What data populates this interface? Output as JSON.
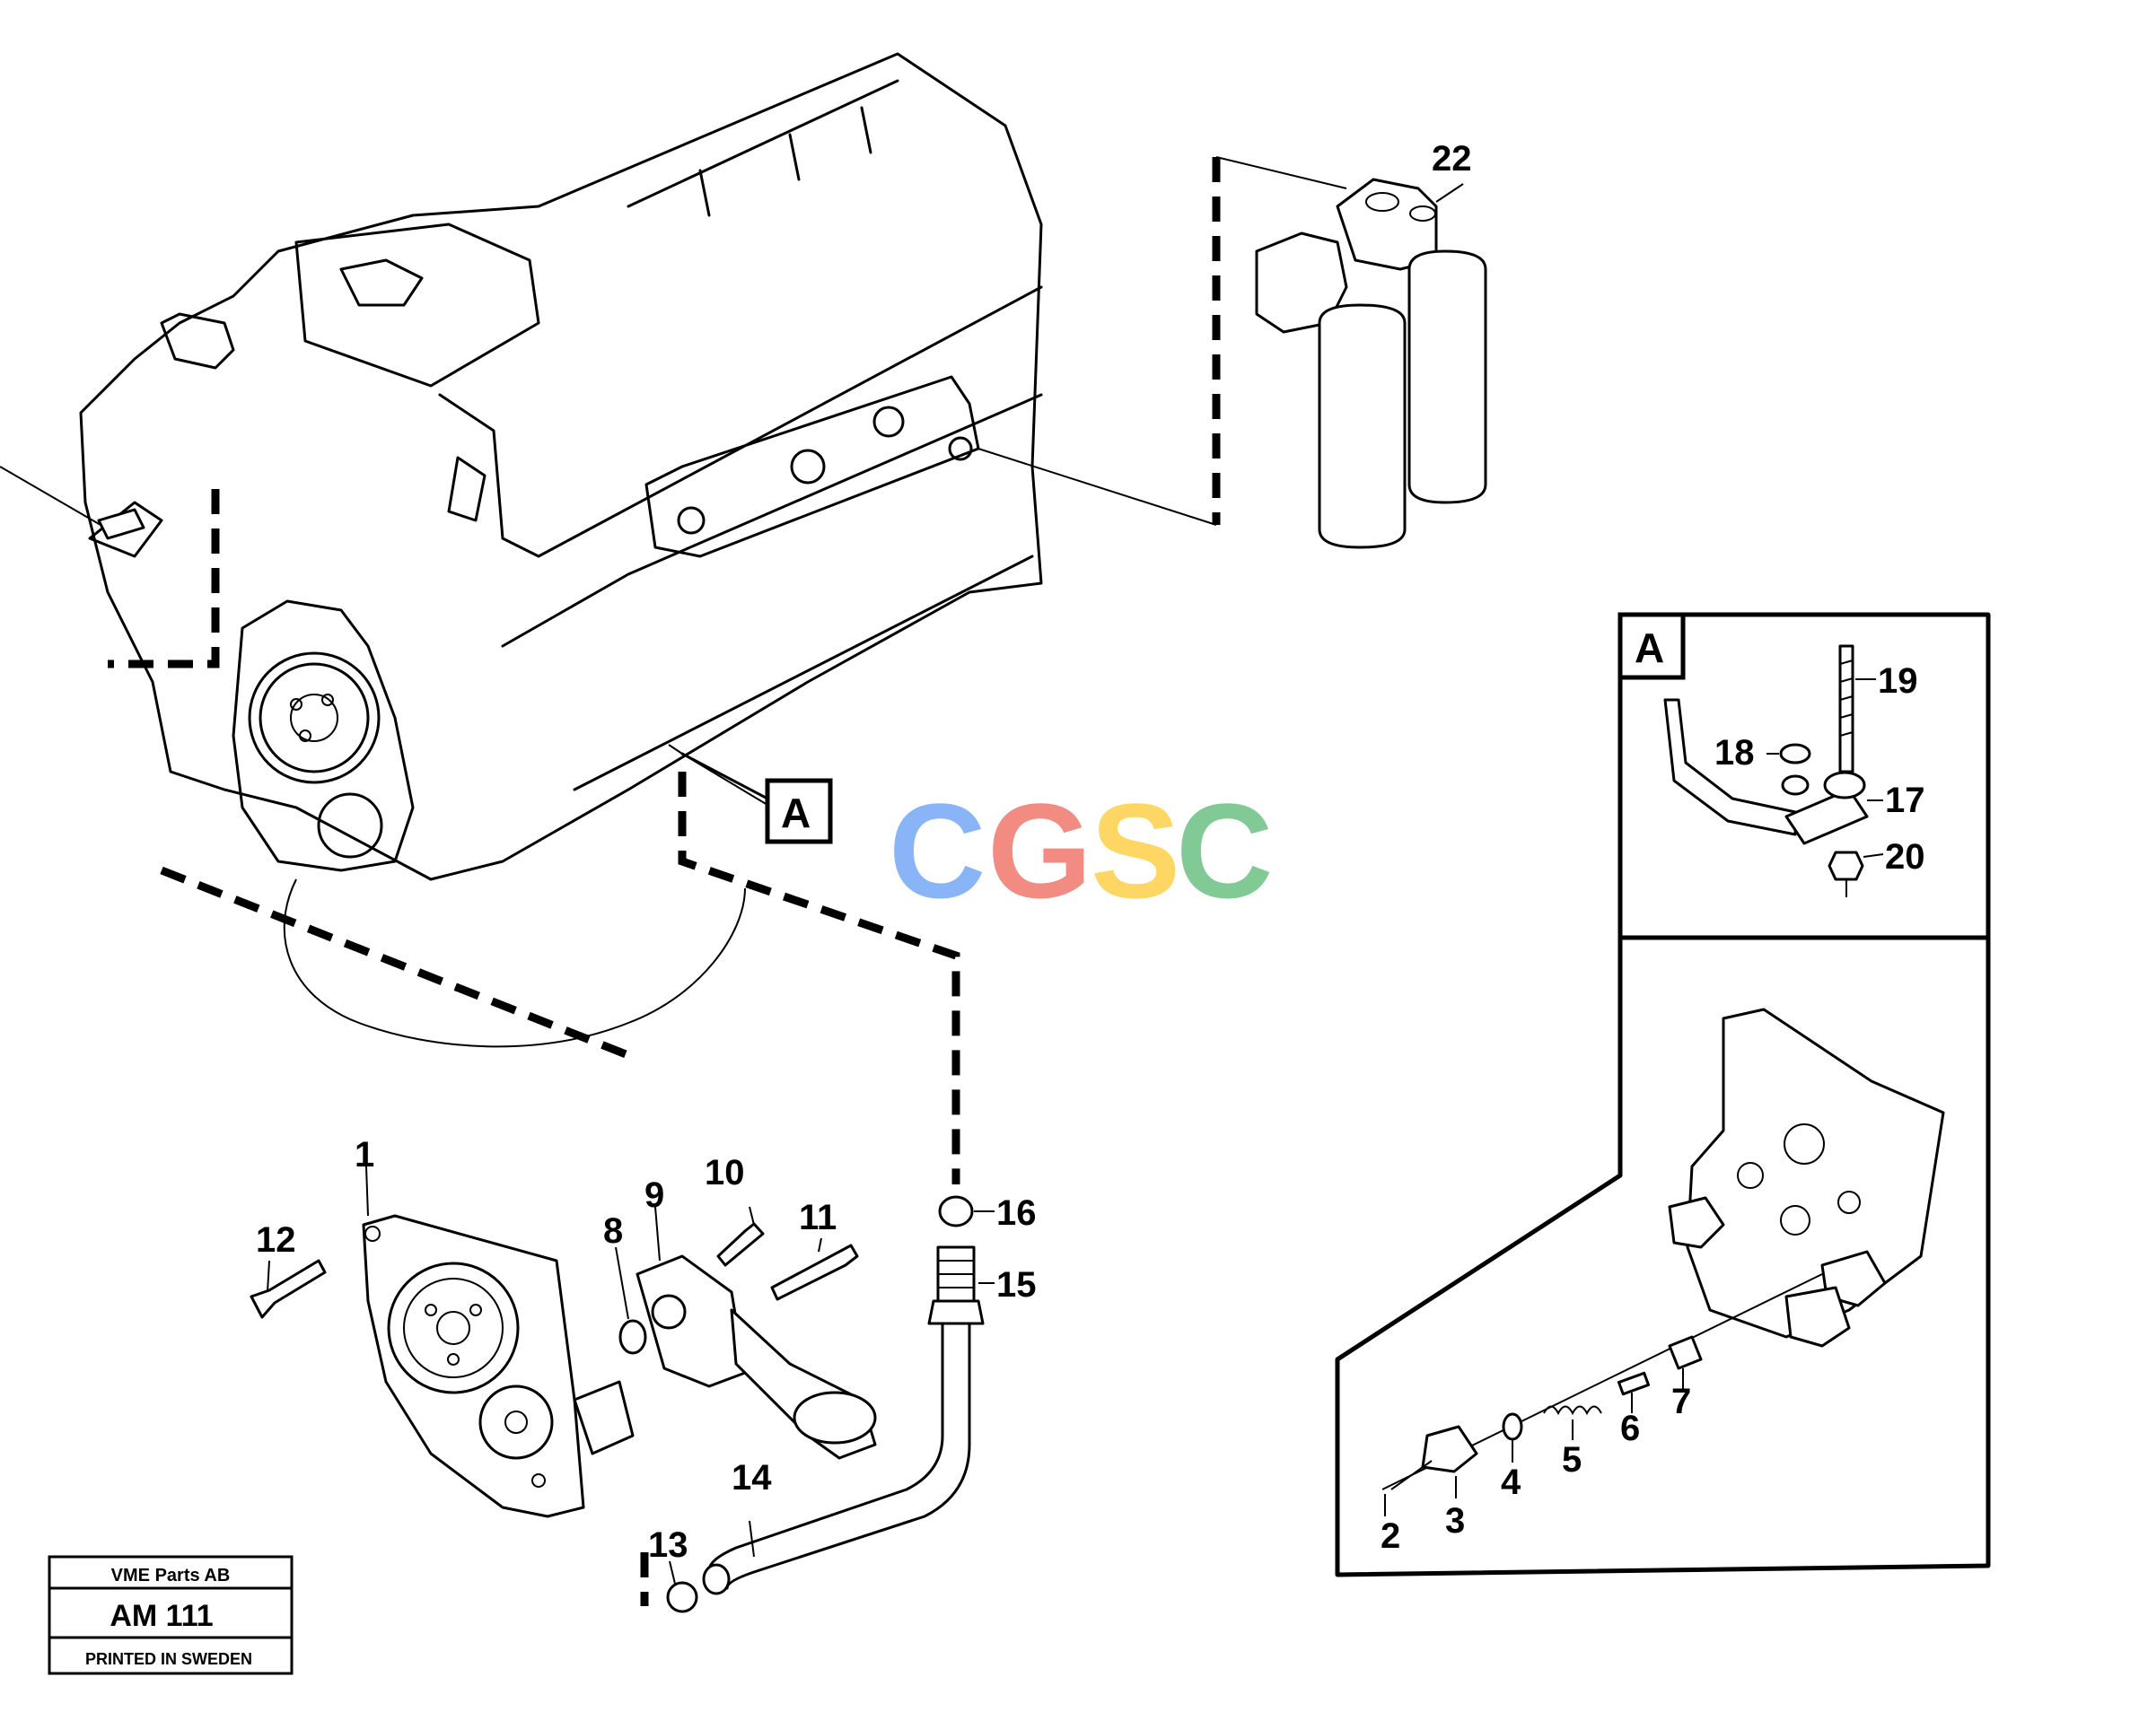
{
  "watermark": {
    "letters": [
      "C",
      "G",
      "S",
      "C"
    ],
    "colors": [
      "#8ab4f8",
      "#f28b82",
      "#fdd663",
      "#81c995"
    ]
  },
  "detail_box_label": "A",
  "detail_box_marker": "A",
  "callouts": {
    "c1": "1",
    "c2": "2",
    "c3": "3",
    "c4": "4",
    "c5": "5",
    "c6": "6",
    "c7": "7",
    "c8": "8",
    "c9": "9",
    "c10": "10",
    "c11": "11",
    "c12": "12",
    "c13": "13",
    "c14": "14",
    "c15": "15",
    "c16": "16",
    "c17": "17",
    "c18": "18",
    "c19": "19",
    "c20": "20",
    "c22": "22"
  },
  "title_block": {
    "company": "VME Parts AB",
    "code": "AM 111",
    "printed": "PRINTED IN SWEDEN"
  }
}
